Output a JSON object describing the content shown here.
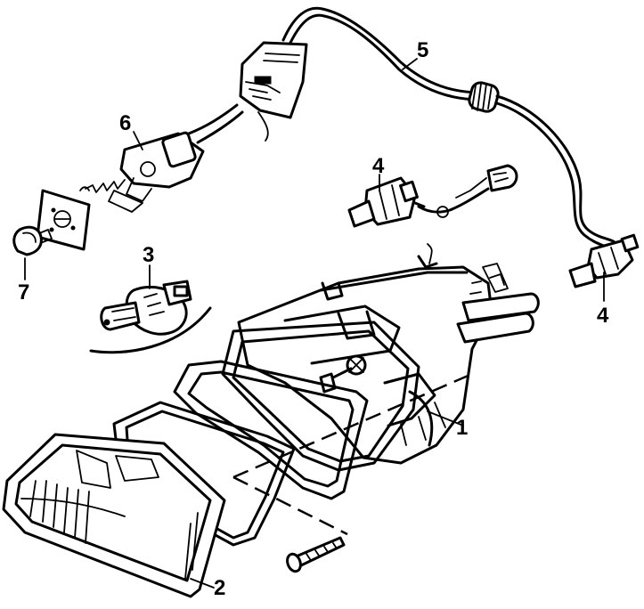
{
  "callouts": [
    {
      "id": "housing",
      "label": "1"
    },
    {
      "id": "lens",
      "label": "2"
    },
    {
      "id": "main-bulb",
      "label": "3"
    },
    {
      "id": "indicator-left",
      "label": "4"
    },
    {
      "id": "indicator-right",
      "label": "4"
    },
    {
      "id": "wiring-harness",
      "label": "5"
    },
    {
      "id": "connector",
      "label": "6"
    },
    {
      "id": "sidelight-bulb",
      "label": "7"
    }
  ],
  "colors": {
    "ink": "#000000",
    "paper": "#ffffff"
  }
}
